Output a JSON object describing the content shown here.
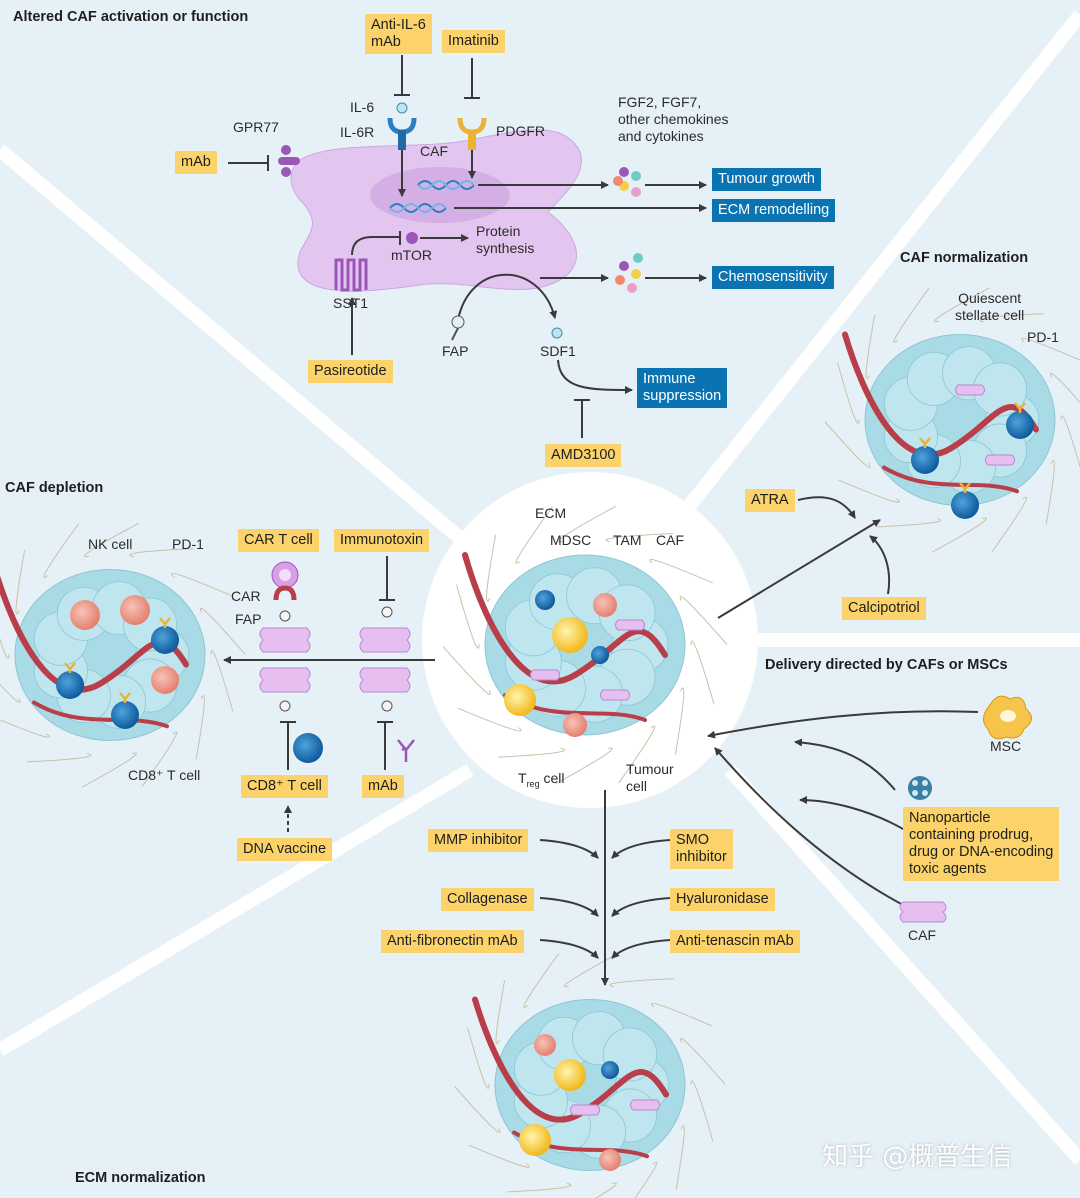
{
  "colors": {
    "panel_background": "#e6f1f7",
    "yellow_box": "#fbd36a",
    "blue_box": "#0a74b2",
    "caf_cell": "#e2c6ef",
    "vessel": "#b83e4a",
    "tumour_cell": "#a9dbe6"
  },
  "sections": {
    "activation": "Altered CAF activation or function",
    "normalization": "CAF normalization",
    "depletion": "CAF depletion",
    "delivery": "Delivery directed by CAFs or MSCs",
    "ecm": "ECM normalization"
  },
  "activation": {
    "drugs": {
      "anti_il6": "Anti-IL-6\nmAb",
      "imatinib": "Imatinib",
      "mab": "mAb",
      "pasireotide": "Pasireotide",
      "amd3100": "AMD3100"
    },
    "labels": {
      "il6": "IL-6",
      "il6r": "IL-6R",
      "gpr77": "GPR77",
      "caf": "CAF",
      "pdgfr": "PDGFR",
      "fgf": "FGF2, FGF7,\nother chemokines\nand cytokines",
      "mtor": "mTOR",
      "protein_synthesis": "Protein\nsynthesis",
      "sst1": "SST1",
      "fap": "FAP",
      "sdf1": "SDF1"
    },
    "outcomes": {
      "tumour_growth": "Tumour growth",
      "ecm_remodelling": "ECM remodelling",
      "chemosensitivity": "Chemosensitivity",
      "immune_suppression": "Immune\nsuppression"
    }
  },
  "normalization": {
    "quiescent": "Quiescent\nstellate cell",
    "pd1": "PD-1",
    "atra": "ATRA",
    "calcipotriol": "Calcipotriol"
  },
  "depletion": {
    "nk_cell": "NK cell",
    "pd1": "PD-1",
    "cd8_cell_label": "CD8⁺ T cell",
    "car_t_cell": "CAR T cell",
    "immunotoxin": "Immunotoxin",
    "car": "CAR",
    "fap": "FAP",
    "cd8_box": "CD8⁺ T cell",
    "mab": "mAb",
    "dna_vaccine": "DNA vaccine"
  },
  "center": {
    "ecm": "ECM",
    "mdsc": "MDSC",
    "tam": "TAM",
    "caf": "CAF",
    "treg": "T",
    "treg_sub": "reg",
    "treg_suffix": " cell",
    "tumour_cell": "Tumour\ncell"
  },
  "delivery": {
    "msc": "MSC",
    "nanoparticle": "Nanoparticle\ncontaining prodrug,\ndrug or DNA-encoding\ntoxic agents",
    "caf": "CAF"
  },
  "ecm_section": {
    "mmp_inhibitor": "MMP inhibitor",
    "smo_inhibitor": "SMO\ninhibitor",
    "collagenase": "Collagenase",
    "hyaluronidase": "Hyaluronidase",
    "anti_fibronectin": "Anti-fibronectin mAb",
    "anti_tenascin": "Anti-tenascin mAb"
  },
  "watermark": "知乎 @概普生信"
}
